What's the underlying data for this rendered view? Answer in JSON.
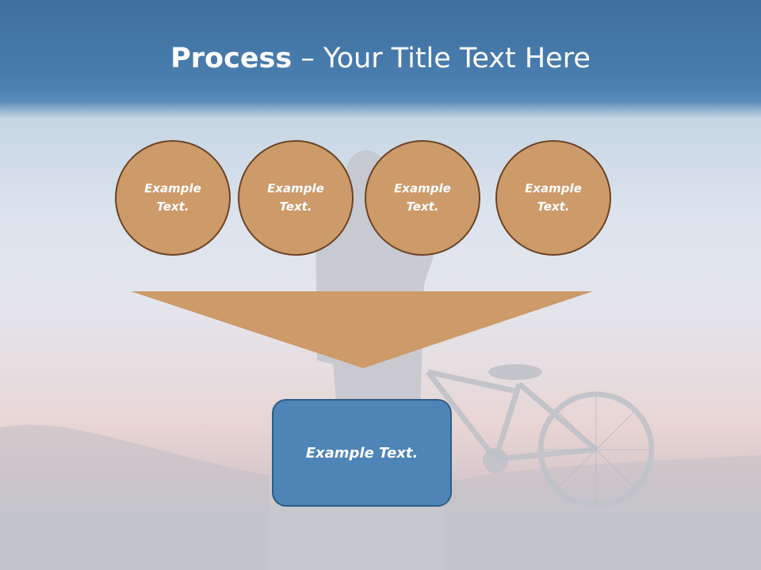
{
  "slide": {
    "title_bold": "Process",
    "title_rest": " – Your Title Text Here"
  },
  "circles": [
    {
      "text": "Example Text."
    },
    {
      "text": "Example Text."
    },
    {
      "text": "Example Text."
    },
    {
      "text": "Example Text."
    }
  ],
  "result": {
    "text": "Example Text."
  },
  "colors": {
    "circle_fill": "#cd9a6a",
    "circle_border": "#6b4424",
    "funnel_fill": "#cd9a6a",
    "result_fill": "#4e84b6",
    "result_border": "#2f5d86",
    "header_blue": "#4a7fb0"
  }
}
